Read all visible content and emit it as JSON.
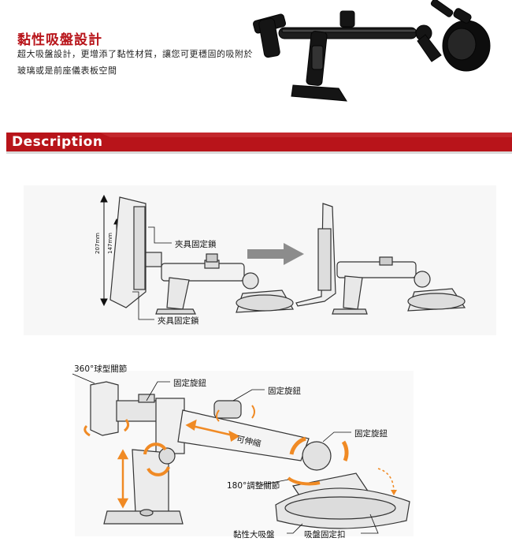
{
  "header": {
    "title": "黏性吸盤設計",
    "intro_line1": "超大吸盤設計，更增添了黏性材質，讓您可更穩固的吸附於",
    "intro_line2": "玻璃或是前座儀表板空間"
  },
  "section": {
    "title": "Description",
    "bar_color": "#b8141a"
  },
  "diagram_top": {
    "clamp_lock_upper": "夾具固定鎖",
    "clamp_lock_lower": "夾具固定鎖",
    "dim_outer": "207mm",
    "dim_inner": "147mm"
  },
  "diagram_bottom": {
    "ball_joint": "360°球型關節",
    "knob_1": "固定旋鈕",
    "knob_2": "固定旋鈕",
    "knob_3": "固定旋鈕",
    "telescopic": "可伸縮",
    "adjust_joint": "180°調整關節",
    "suction_cup": "黏性大吸盤",
    "cup_lock": "吸盤固定扣"
  },
  "colors": {
    "arrow_orange": "#f08a24",
    "dark": "#1c1c1c"
  }
}
